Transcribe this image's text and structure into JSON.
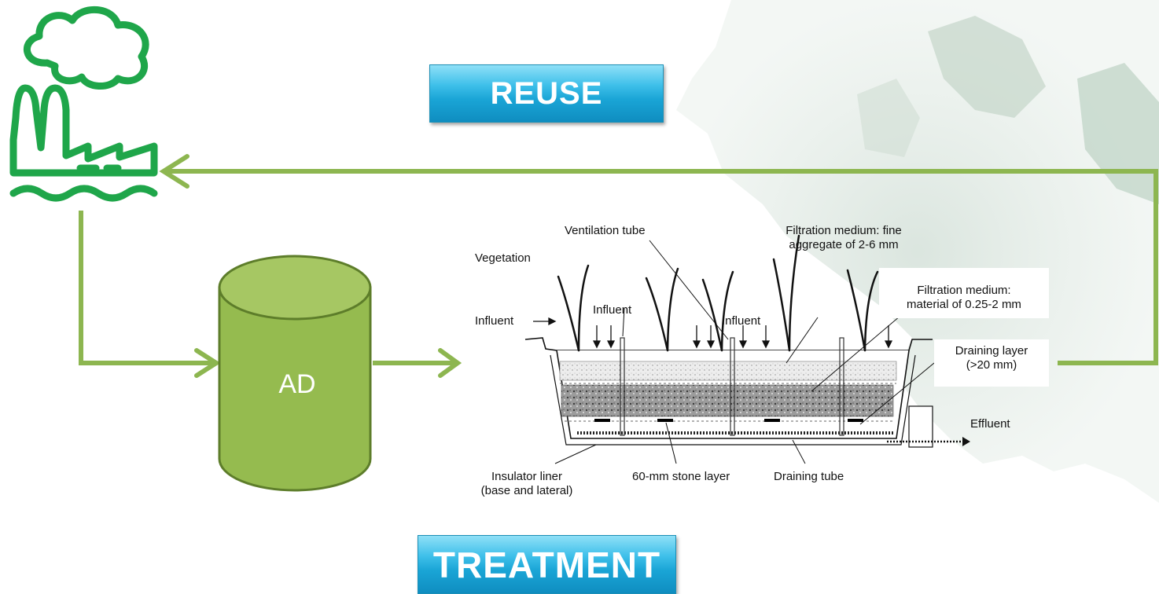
{
  "colors": {
    "arrow_green": "#8db650",
    "factory_green": "#1fa64a",
    "cylinder_fill": "#95bb4f",
    "cylinder_stroke": "#5d7d2a",
    "banner_blue": "#1aa5d6"
  },
  "icons": {
    "factory": "factory-pollution-icon",
    "digester": "cylinder-tank-icon"
  },
  "banners": {
    "reuse": "REUSE",
    "treatment": "TREATMENT"
  },
  "digester": {
    "label": "AD"
  },
  "wetland_labels": {
    "ventilation_tube": "Ventilation tube",
    "vegetation": "Vegetation",
    "filtration_fine_line1": "Filtration medium: fine",
    "filtration_fine_line2": "aggregate of 2-6 mm",
    "filtration_medium_line1": "Filtration medium:",
    "filtration_medium_line2": "material of 0.25-2  mm",
    "influent_left": "Influent",
    "influent_mid": "Influent",
    "influent_right": "Influent",
    "draining_layer_line1": "Draining layer",
    "draining_layer_line2": "(>20 mm)",
    "effluent": "Effluent",
    "insulator_line1": "Insulator liner",
    "insulator_line2": "(base and lateral)",
    "stone_layer": "60-mm stone layer",
    "draining_tube": "Draining tube"
  }
}
